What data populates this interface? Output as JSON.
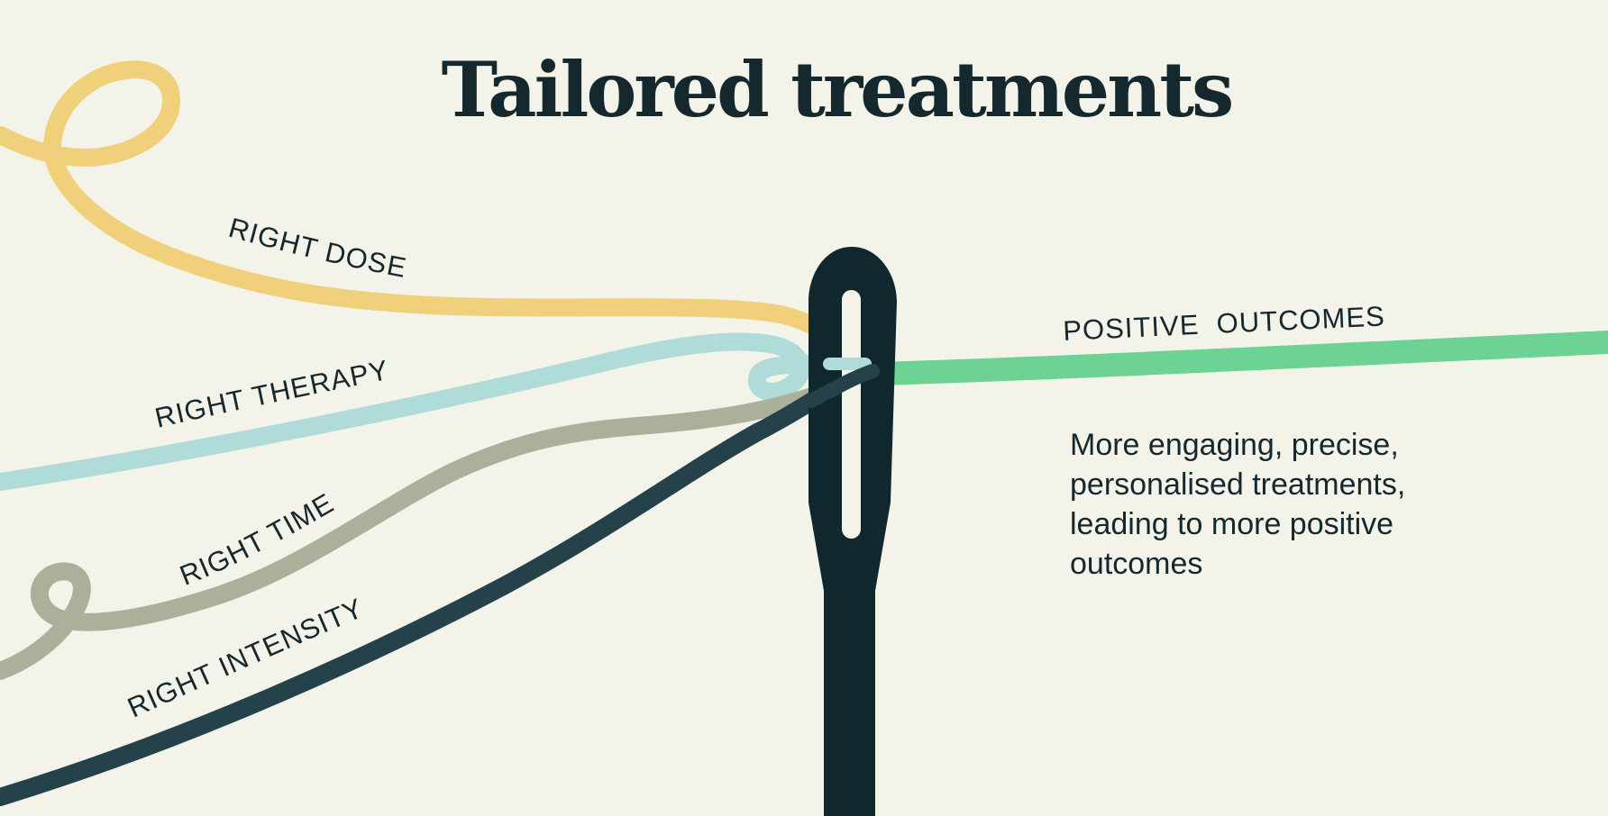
{
  "title": "Tailored treatments",
  "threads": [
    {
      "label": "RIGHT DOSE",
      "color": "#f0d07a"
    },
    {
      "label": "RIGHT THERAPY",
      "color": "#afdbd8"
    },
    {
      "label": "RIGHT TIME",
      "color": "#aab09a"
    },
    {
      "label": "RIGHT INTENSITY",
      "color": "#25414a"
    }
  ],
  "outcome": {
    "label": "POSITIVE  OUTCOMES",
    "color": "#6dd394",
    "description": "More engaging, precise, personalised treatments, leading to more positive outcomes"
  },
  "needle_color": "#10282d"
}
